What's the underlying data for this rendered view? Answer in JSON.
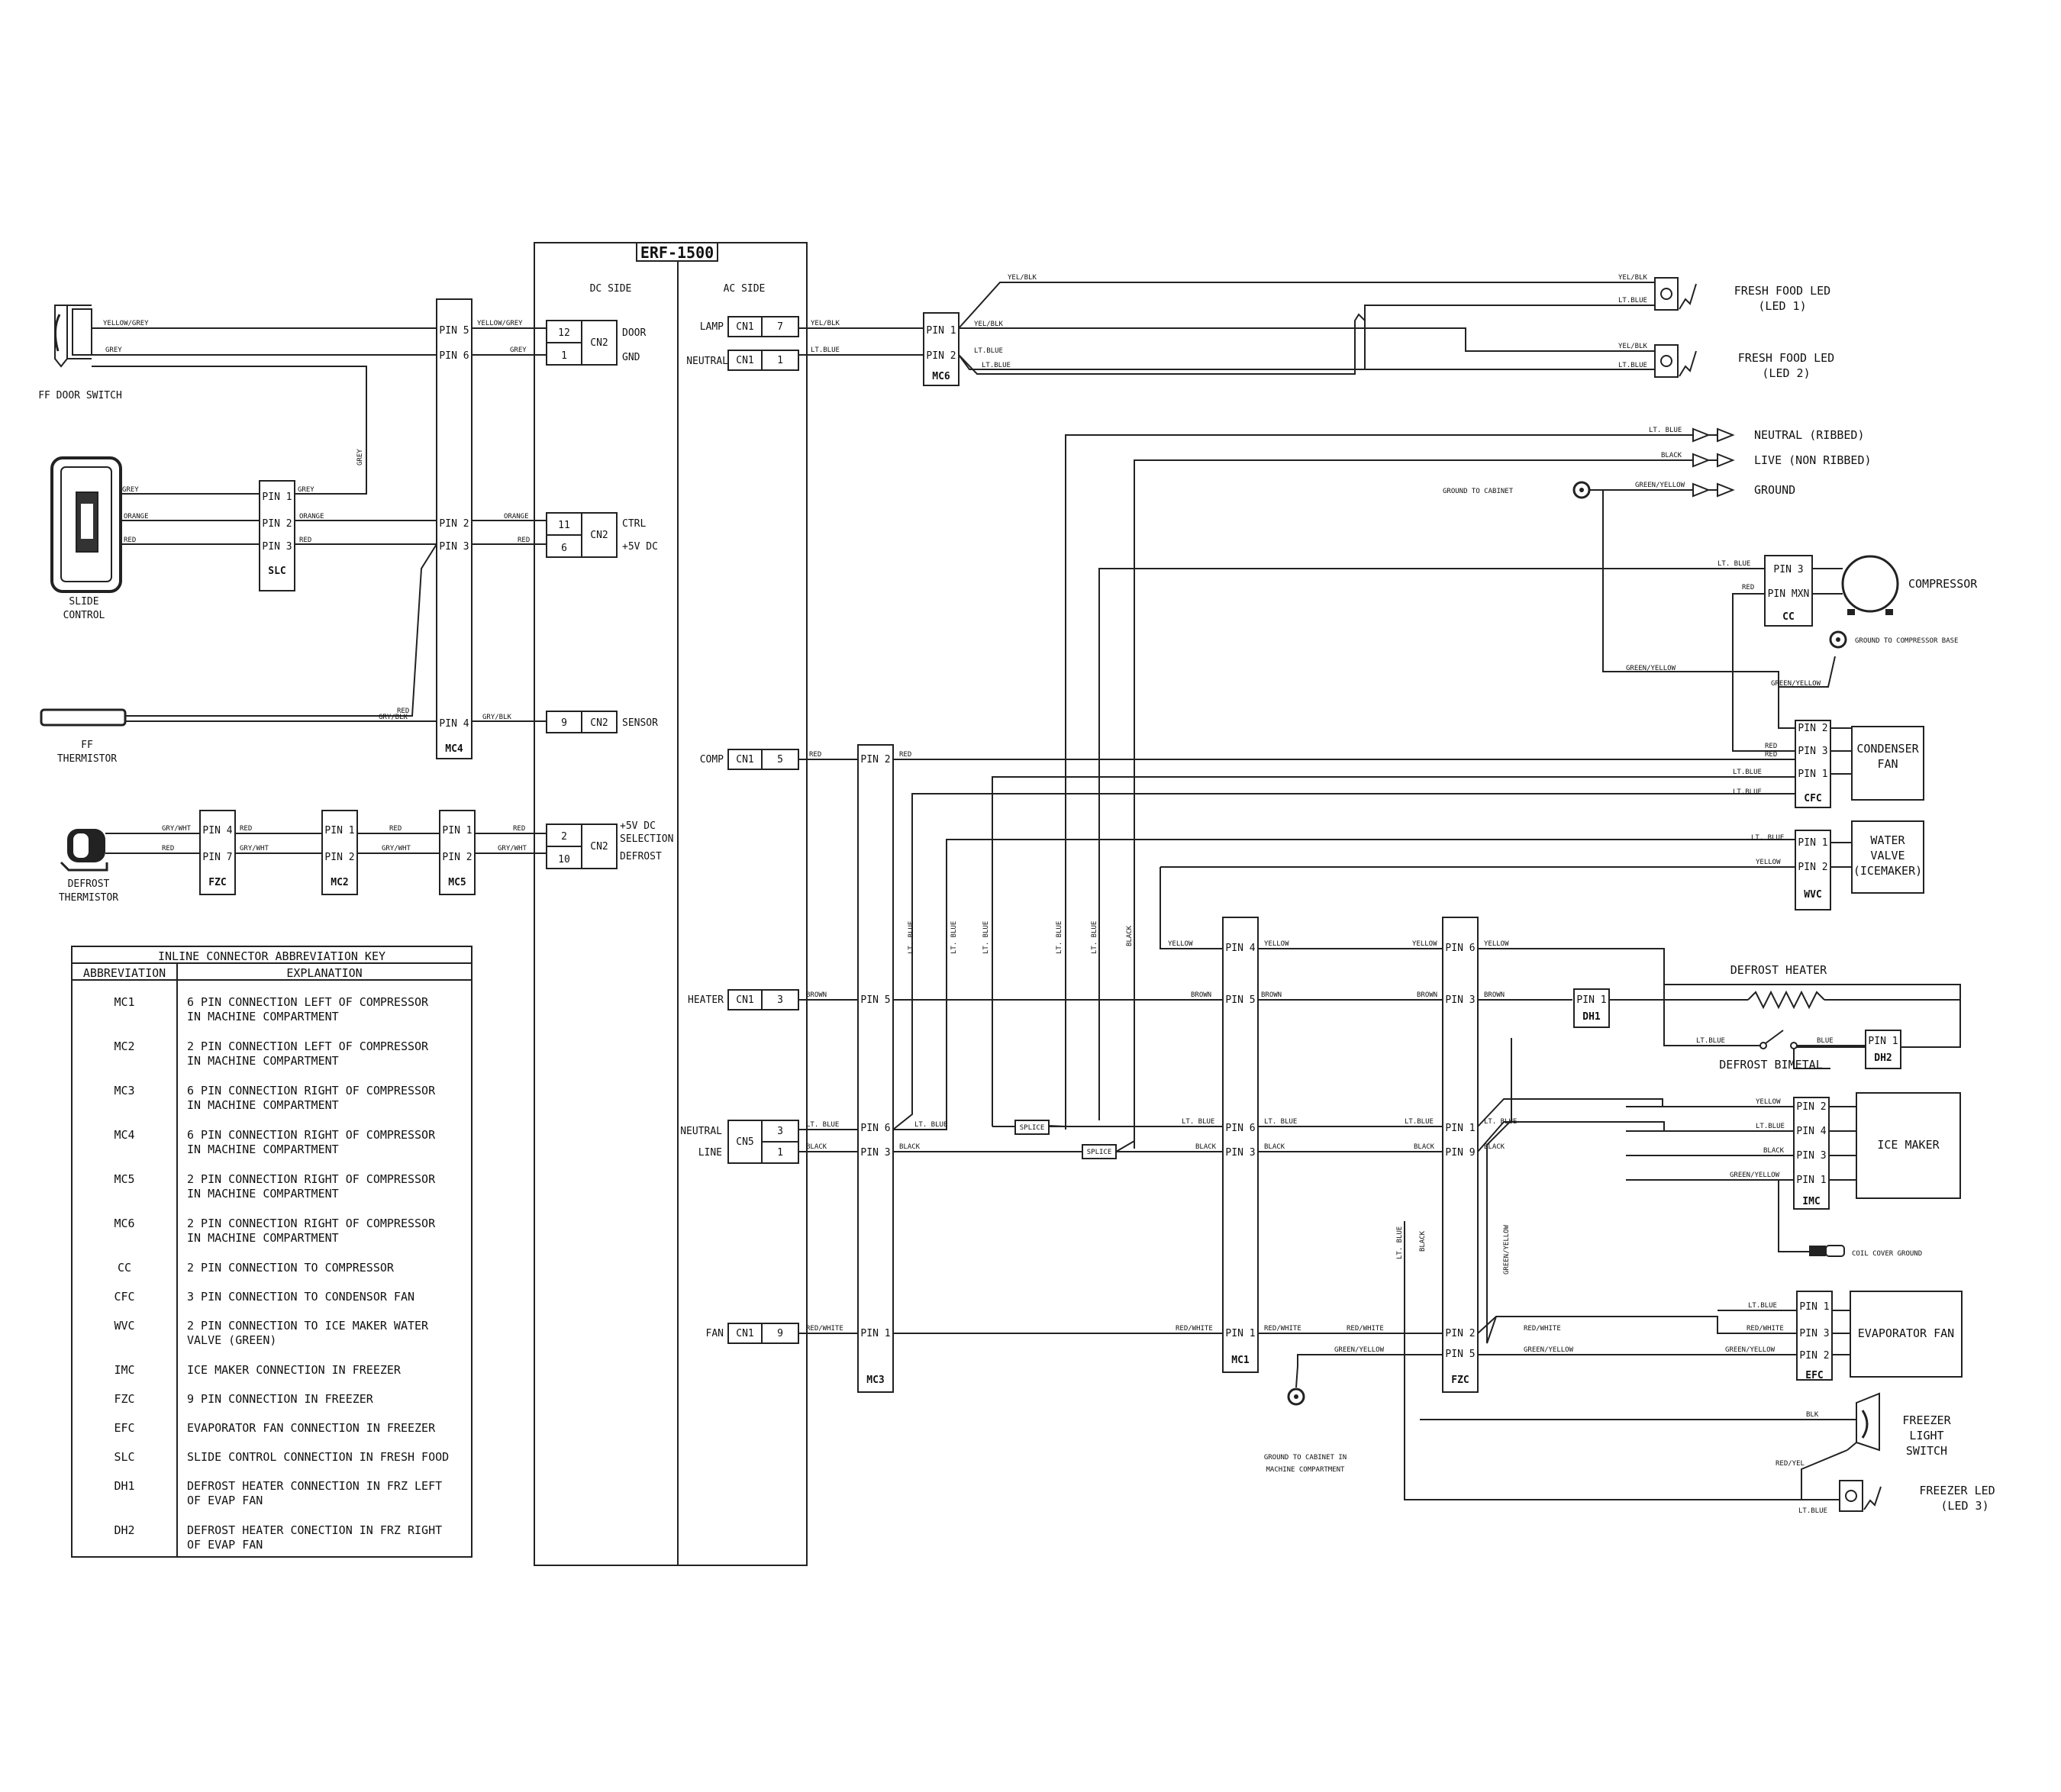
{
  "board": {
    "title": "ERF-1500",
    "dc_side": "DC SIDE",
    "ac_side": "AC SIDE"
  },
  "dc_connectors": [
    {
      "pins": [
        "12",
        "1"
      ],
      "cn": "CN2",
      "labels": [
        "DOOR",
        "GND"
      ]
    },
    {
      "pins": [
        "11",
        "6"
      ],
      "cn": "CN2",
      "labels": [
        "CTRL",
        "+5V DC"
      ]
    },
    {
      "pins": [
        "9"
      ],
      "cn": "CN2",
      "labels": [
        "SENSOR"
      ]
    },
    {
      "pins": [
        "2",
        "10"
      ],
      "cn": "CN2",
      "labels": [
        "+5V DC",
        "SELECTION",
        "DEFROST"
      ]
    }
  ],
  "ac_connectors": [
    {
      "name": "LAMP",
      "cn": "CN1",
      "pin": "7"
    },
    {
      "name": "NEUTRAL",
      "cn": "CN1",
      "pin": "1"
    },
    {
      "name": "COMP",
      "cn": "CN1",
      "pin": "5"
    },
    {
      "name": "HEATER",
      "cn": "CN1",
      "pin": "3"
    },
    {
      "name": "NEUTRAL",
      "cn": "CN5",
      "pin": "3"
    },
    {
      "name": "LINE",
      "cn": "",
      "pin": "1"
    },
    {
      "name": "FAN",
      "cn": "CN1",
      "pin": "9"
    }
  ],
  "components": {
    "ff_door_switch": "FF DOOR SWITCH",
    "slide_control": [
      "SLIDE",
      "CONTROL"
    ],
    "ff_thermistor": [
      "FF",
      "THERMISTOR"
    ],
    "defrost_thermistor": [
      "DEFROST",
      "THERMISTOR"
    ],
    "fresh_food_led1": [
      "FRESH FOOD LED",
      "(LED 1)"
    ],
    "fresh_food_led2": [
      "FRESH FOOD LED",
      "(LED 2)"
    ],
    "neutral_ribbed": "NEUTRAL (RIBBED)",
    "live_non_ribbed": "LIVE (NON RIBBED)",
    "ground": "GROUND",
    "ground_to_cabinet": "GROUND TO CABINET",
    "compressor": "COMPRESSOR",
    "ground_to_compressor_base": "GROUND TO COMPRESSOR BASE",
    "condenser_fan": [
      "CONDENSER",
      "FAN"
    ],
    "water_valve": [
      "WATER",
      "VALVE",
      "(ICEMAKER)"
    ],
    "defrost_heater": "DEFROST HEATER",
    "defrost_bimetal": "DEFROST BIMETAL",
    "ice_maker": "ICE MAKER",
    "coil_cover_ground": "COIL COVER GROUND",
    "evaporator_fan": "EVAPORATOR FAN",
    "freezer_light_switch": [
      "FREEZER",
      "LIGHT",
      "SWITCH"
    ],
    "freezer_led": [
      "FREEZER LED",
      "(LED 3)"
    ],
    "ground_to_cabinet_mc": [
      "GROUND TO CABINET IN",
      "MACHINE COMPARTMENT"
    ],
    "splice": "SPLICE"
  },
  "connectors": {
    "mc4": {
      "name": "MC4",
      "pins": [
        "PIN 5",
        "PIN 6",
        "PIN 2",
        "PIN 3",
        "PIN 4"
      ]
    },
    "slc": {
      "name": "SLC",
      "pins": [
        "PIN 1",
        "PIN 2",
        "PIN 3"
      ]
    },
    "fzc_small": {
      "name": "FZC",
      "pins": [
        "PIN 4",
        "PIN 7"
      ]
    },
    "mc2": {
      "name": "MC2",
      "pins": [
        "PIN 1",
        "PIN 2"
      ]
    },
    "mc5": {
      "name": "MC5",
      "pins": [
        "PIN 1",
        "PIN 2"
      ]
    },
    "mc6": {
      "name": "MC6",
      "pins": [
        "PIN 1",
        "PIN 2"
      ]
    },
    "mc3": {
      "name": "MC3",
      "pins": [
        "PIN 2",
        "PIN 5",
        "PIN 6",
        "PIN 3",
        "PIN 1"
      ]
    },
    "mc1": {
      "name": "MC1",
      "pins": [
        "PIN 4",
        "PIN 5",
        "PIN 6",
        "PIN 3",
        "PIN 1"
      ]
    },
    "fzc": {
      "name": "FZC",
      "pins": [
        "PIN 6",
        "PIN 3",
        "PIN 1",
        "PIN 9",
        "PIN 2",
        "PIN 5"
      ]
    },
    "cc": {
      "name": "CC",
      "pins": [
        "PIN 3",
        "PIN MXN"
      ]
    },
    "cfc": {
      "name": "CFC",
      "pins": [
        "PIN 2",
        "PIN 3",
        "PIN 1"
      ]
    },
    "wvc": {
      "name": "WVC",
      "pins": [
        "PIN 1",
        "PIN 2"
      ]
    },
    "dh1": {
      "name": "DH1",
      "pins": [
        "PIN 1"
      ]
    },
    "dh2": {
      "name": "DH2",
      "pins": [
        "PIN 1"
      ]
    },
    "imc": {
      "name": "IMC",
      "pins": [
        "PIN 2",
        "PIN 4",
        "PIN 3",
        "PIN 1"
      ]
    },
    "efc": {
      "name": "EFC",
      "pins": [
        "PIN 1",
        "PIN 3",
        "PIN 2"
      ]
    }
  },
  "wire_colors": {
    "yellow_grey": "YELLOW/GREY",
    "grey": "GREY",
    "orange": "ORANGE",
    "red": "RED",
    "gry_blk": "GRY/BLK",
    "gry_wht": "GRY/WHT",
    "yel_blk": "YEL/BLK",
    "lt_blue": "LT.BLUE",
    "lt_blue_v": "LT. BLUE",
    "black": "BLACK",
    "green_yellow": "GREEN/YELLOW",
    "yellow": "YELLOW",
    "brown": "BROWN",
    "red_white": "RED/WHITE",
    "blue": "BLUE",
    "blk": "BLK",
    "red_yel": "RED/YEL"
  },
  "key": {
    "title": "INLINE CONNECTOR ABBREVIATION KEY",
    "col_abbr": "ABBREVIATION",
    "col_expl": "EXPLANATION",
    "rows": [
      {
        "abbr": "MC1",
        "lines": [
          "6 PIN CONNECTION LEFT OF COMPRESSOR",
          "IN MACHINE COMPARTMENT"
        ]
      },
      {
        "abbr": "MC2",
        "lines": [
          "2 PIN CONNECTION LEFT OF COMPRESSOR",
          "IN MACHINE COMPARTMENT"
        ]
      },
      {
        "abbr": "MC3",
        "lines": [
          "6 PIN CONNECTION RIGHT OF COMPRESSOR",
          "IN MACHINE COMPARTMENT"
        ]
      },
      {
        "abbr": "MC4",
        "lines": [
          "6 PIN CONNECTION RIGHT OF COMPRESSOR",
          "IN MACHINE COMPARTMENT"
        ]
      },
      {
        "abbr": "MC5",
        "lines": [
          "2 PIN CONNECTION RIGHT OF COMPRESSOR",
          "IN MACHINE COMPARTMENT"
        ]
      },
      {
        "abbr": "MC6",
        "lines": [
          "2 PIN CONNECTION RIGHT OF COMPRESSOR",
          "IN MACHINE COMPARTMENT"
        ]
      },
      {
        "abbr": "CC",
        "lines": [
          "2 PIN CONNECTION TO COMPRESSOR"
        ]
      },
      {
        "abbr": "CFC",
        "lines": [
          "3 PIN CONNECTION TO CONDENSOR FAN"
        ]
      },
      {
        "abbr": "WVC",
        "lines": [
          "2 PIN CONNECTION TO ICE MAKER WATER",
          "VALVE (GREEN)"
        ]
      },
      {
        "abbr": "IMC",
        "lines": [
          "ICE MAKER CONNECTION IN FREEZER"
        ]
      },
      {
        "abbr": "FZC",
        "lines": [
          "9 PIN CONNECTION IN FREEZER"
        ]
      },
      {
        "abbr": "EFC",
        "lines": [
          "EVAPORATOR FAN CONNECTION IN FREEZER"
        ]
      },
      {
        "abbr": "SLC",
        "lines": [
          "SLIDE CONTROL CONNECTION IN FRESH FOOD"
        ]
      },
      {
        "abbr": "DH1",
        "lines": [
          "DEFROST HEATER CONNECTION IN FRZ LEFT",
          "OF EVAP FAN"
        ]
      },
      {
        "abbr": "DH2",
        "lines": [
          "DEFROST HEATER CONECTION IN FRZ RIGHT",
          "OF EVAP FAN"
        ]
      }
    ]
  }
}
